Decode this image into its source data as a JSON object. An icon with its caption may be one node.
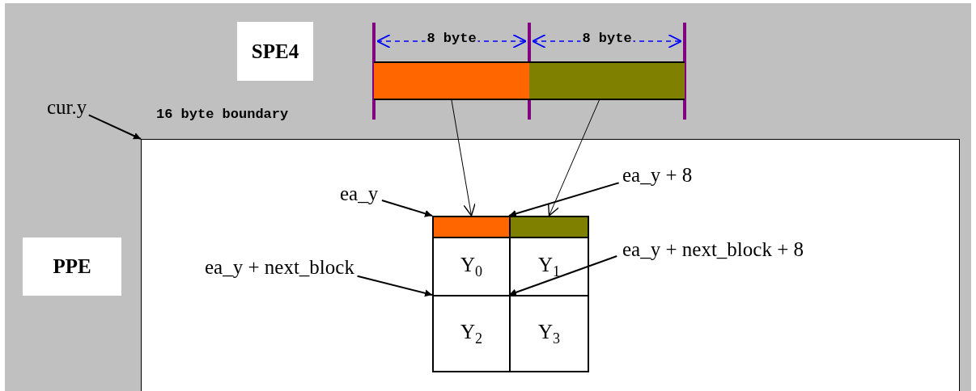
{
  "diagram": {
    "nodes": [
      {
        "text": [
          "SPE4"
        ]
      },
      {
        "text": [],
        "shape": "bar"
      },
      {
        "text": [],
        "shape": "bar"
      },
      {
        "text": [
          "PPE"
        ]
      },
      {
        "text": [],
        "shape": "box"
      },
      {
        "text": [],
        "shape": "box",
        "in": 4
      },
      {
        "text": [],
        "shape": "box",
        "in": 4
      },
      {
        "text": [
          "Y$_{0}$"
        ],
        "in": 4
      },
      {
        "text": [
          "Y$_{1}$"
        ],
        "in": 4
      },
      {
        "text": [
          "Y$_{2}$"
        ],
        "in": 4
      },
      {
        "text": [
          "Y$_{3}$"
        ],
        "in": 4
      },
      {
        "text": [
          "cur.y"
        ]
      },
      {
        "text": [
          "ea_y"
        ],
        "in": 4
      },
      {
        "text": [
          "ea_y + 8"
        ],
        "in": 4
      },
      {
        "text": [
          "ea_y + next_block"
        ],
        "in": 4
      },
      {
        "text": [
          "ea_y + next_block + 8"
        ],
        "in": 4
      }
    ],
    "edges": [
      {
        "from": 1,
        "to": 5,
        "arrow": "to"
      },
      {
        "from": 2,
        "to": 6,
        "arrow": "to"
      },
      {
        "from": 11,
        "to": 4,
        "arrow": "to"
      },
      {
        "from": 12,
        "to": 5,
        "arrow": "to"
      },
      {
        "from": 13,
        "to": 6,
        "arrow": "to"
      },
      {
        "from": 14,
        "to": 9,
        "arrow": "to"
      },
      {
        "from": 15,
        "to": 10,
        "arrow": "to"
      }
    ],
    "labels": [
      "8 byte",
      "8 byte",
      "16 byte boundary"
    ]
  }
}
